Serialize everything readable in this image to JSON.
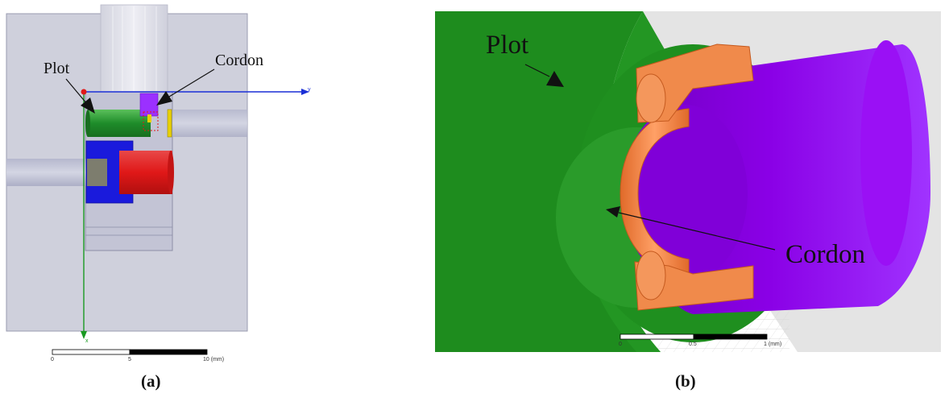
{
  "figure": {
    "panel_a": {
      "caption": "(a)",
      "labels": {
        "plot": "Plot",
        "cordon": "Cordon"
      },
      "axes": {
        "y_label": "y",
        "x_label": "x"
      },
      "scale_bar": {
        "ticks": [
          "0",
          "5",
          "10 (mm)"
        ]
      },
      "colors": {
        "plot": "#1e8c2a",
        "cordon": "#9b30ff",
        "blue_block": "#1a1adc",
        "red_block": "#e01818",
        "yellow_pin": "#e8d000",
        "box": "#c9cad8",
        "axis_y": "#1a2fd6",
        "axis_x": "#1a9a22"
      }
    },
    "panel_b": {
      "caption": "(b)",
      "labels": {
        "plot": "Plot",
        "cordon": "Cordon"
      },
      "scale_bar": {
        "ticks": [
          "0",
          "0.5",
          "1 (mm)"
        ]
      },
      "colors": {
        "plot": "#1e8c1e",
        "cordon": "#f08a4b",
        "inner_cylinder": "#8a00e6",
        "background": "#e4e4e4"
      }
    }
  }
}
